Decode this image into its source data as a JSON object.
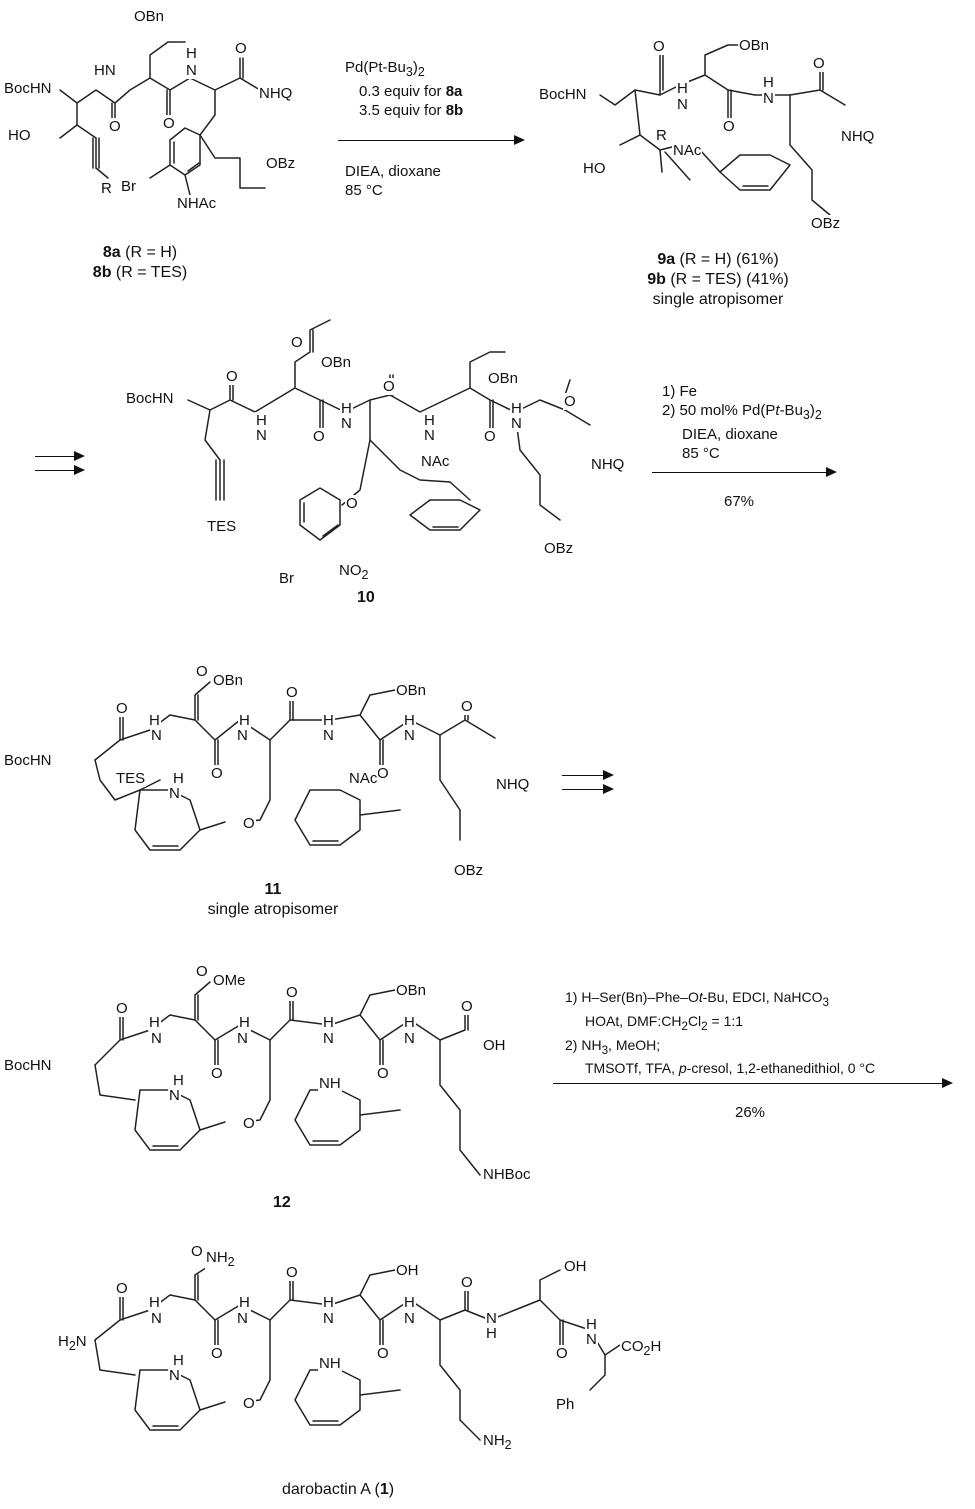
{
  "step1": {
    "conditions": {
      "reagent_main": "Pd(Pt-Bu",
      "reagent_sub": "3",
      "reagent_tail": ")",
      "reagent_sub2": "2",
      "equiv_a_pre": "0.3 equiv for ",
      "equiv_a_cmp": "8a",
      "equiv_b_pre": "3.5 equiv for ",
      "equiv_b_cmp": "8b",
      "solvent": "DIEA, dioxane",
      "temp": "85 °C"
    },
    "sm_caption": {
      "a_cmp": "8a",
      "a_txt": " (R = H)",
      "b_cmp": "8b",
      "b_txt": " (R = TES)"
    },
    "prod_caption": {
      "a_cmp": "9a",
      "a_txt": " (R = H) (61%)",
      "b_cmp": "9b",
      "b_txt": " (R = TES) (41%)",
      "note": "single atropisomer"
    }
  },
  "step2": {
    "conditions": {
      "c1": "1) Fe",
      "c2_pre": "2) 50 mol% Pd(P",
      "c2_it": "t",
      "c2_mid": "-Bu",
      "c2_sub": "3",
      "c2_tail": ")",
      "c2_sub2": "2",
      "c3": "DIEA, dioxane",
      "c4": "85 °C",
      "yield": "67%"
    },
    "sm_caption": {
      "cmp": "10"
    }
  },
  "step3": {
    "caption": {
      "cmp": "11",
      "note": "single atropisomer"
    }
  },
  "step4": {
    "conditions": {
      "l1_pre": "1) H–Ser(Bn)–Phe–O",
      "l1_it": "t",
      "l1_post": "-Bu, EDCI, NaHCO",
      "l1_sub": "3",
      "l2_pre": "HOAt, DMF:CH",
      "l2_sub1": "2",
      "l2_mid": "Cl",
      "l2_sub2": "2",
      "l2_post": " = 1:1",
      "l3_pre": "2) NH",
      "l3_sub": "3",
      "l3_post": ", MeOH;",
      "l4_pre": "TMSOTf, TFA, ",
      "l4_it": "p",
      "l4_post": "-cresol, 1,2-ethanedithiol, 0 °C",
      "yield": "26%"
    },
    "sm_caption": {
      "cmp": "12"
    }
  },
  "final": {
    "name": "darobactin A (",
    "cmp": "1",
    "close": ")"
  },
  "labels": {
    "obn": "OBn",
    "bochn": "BocHN",
    "hn": "HN",
    "h": "H",
    "n": "N",
    "nhq": "NHQ",
    "ho": "HO",
    "r": "R",
    "br": "Br",
    "nhac": "NHAc",
    "nac": "NAc",
    "obz": "OBz",
    "o": "O",
    "tes": "TES",
    "no2": "NO",
    "no2_sub": "2",
    "ome": "OMe",
    "oh": "OH",
    "nh": "NH",
    "nhboc": "NHBoc",
    "nh2": "NH",
    "nh2_sub": "2",
    "h2n": "H",
    "h2n_sub": "2",
    "h2n_tail": "N",
    "co2h": "CO",
    "co2h_sub": "2",
    "co2h_tail": "H",
    "ph": "Ph"
  }
}
